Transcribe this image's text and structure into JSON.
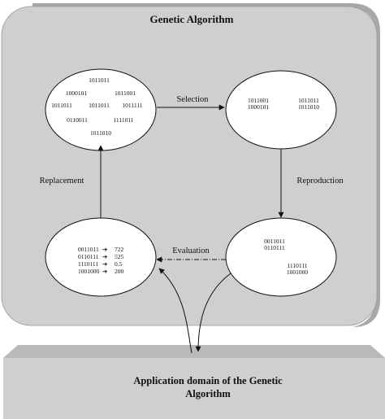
{
  "title": "Genetic Algorithm",
  "domain_text": [
    "Application domain of the Genetic",
    "Algorithm"
  ],
  "arrows": {
    "selection": "Selection",
    "reproduction": "Reproduction",
    "evaluation": "Evaluation",
    "replacement": "Replacement"
  },
  "population": [
    "1011011",
    "1000101",
    "1011001",
    "1011011",
    "1011011",
    "1011111",
    "0110011",
    "1111011",
    "1011010"
  ],
  "selected": [
    "1011001",
    "1000101",
    "1011011",
    "1011010"
  ],
  "offspring": [
    "0011011",
    "0110111",
    "1110111",
    "1001000"
  ],
  "evaluation_rows": [
    {
      "bits": "0011011",
      "arrow": "➔",
      "fitness": "722"
    },
    {
      "bits": "0110111",
      "arrow": "➔",
      "fitness": "525"
    },
    {
      "bits": "1110111",
      "arrow": "➔",
      "fitness": "0.5"
    },
    {
      "bits": "1001000",
      "arrow": "➔",
      "fitness": "200"
    }
  ],
  "colors": {
    "panel": "#cfcfcf",
    "panel_shadow": "#a8a8a8",
    "ellipse_fill": "#ffffff",
    "stroke": "#111111"
  }
}
